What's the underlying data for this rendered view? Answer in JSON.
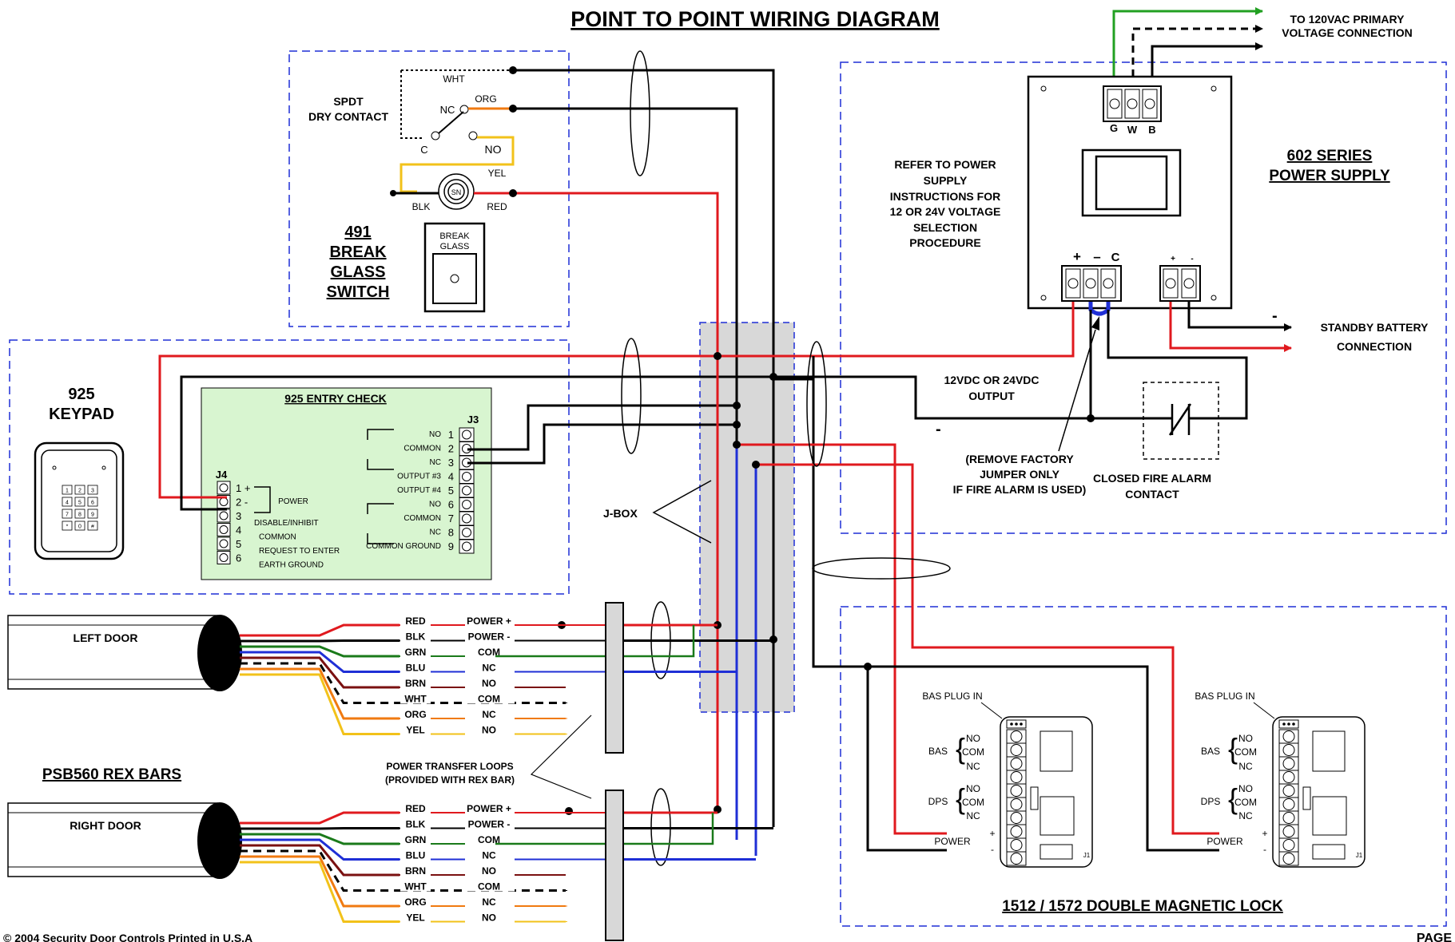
{
  "title": "POINT TO POINT WIRING DIAGRAM",
  "footer": {
    "copyright": "© 2004 Security Door Controls Printed in U.S.A",
    "page": "PAGE"
  },
  "power_top": {
    "label_1": "TO 120VAC PRIMARY",
    "label_2": "VOLTAGE CONNECTION"
  },
  "break_glass": {
    "spdt_1": "SPDT",
    "spdt_2": "DRY CONTACT",
    "wht": "WHT",
    "org": "ORG",
    "nc": "NC",
    "c": "C",
    "no": "NO",
    "yel": "YEL",
    "blk": "BLK",
    "red": "RED",
    "sn": "SN",
    "device_1": "BREAK",
    "device_2": "GLASS",
    "title_1": "491",
    "title_2": "BREAK",
    "title_3": "GLASS",
    "title_4": "SWITCH"
  },
  "power_supply": {
    "title_1": "602 SERIES",
    "title_2": "POWER SUPPLY",
    "g": "G",
    "w": "W",
    "b": "B",
    "plus": "+",
    "minus": "–",
    "c": "C",
    "bplus": "+",
    "bminus": "-",
    "refer_1": "REFER TO POWER",
    "refer_2": "SUPPLY",
    "refer_3": "INSTRUCTIONS  FOR",
    "refer_4": "12 OR 24V VOLTAGE",
    "refer_5": "SELECTION",
    "refer_6": "PROCEDURE",
    "output_1": "12VDC OR 24VDC",
    "output_2": "OUTPUT",
    "neg": "-",
    "batt_neg": "-",
    "jumper_1": "(REMOVE FACTORY",
    "jumper_2": "JUMPER ONLY",
    "jumper_3": "IF FIRE ALARM IS USED)",
    "fire_1": "CLOSED FIRE ALARM",
    "fire_2": "CONTACT",
    "battery_1": "STANDBY BATTERY",
    "battery_2": "CONNECTION"
  },
  "keypad": {
    "title_1": "925",
    "title_2": "KEYPAD",
    "keys": [
      "1",
      "2",
      "3",
      "4",
      "5",
      "6",
      "7",
      "8",
      "9",
      "*",
      "0",
      "#"
    ],
    "board_title": "925 ENTRY CHECK",
    "j4": "J4",
    "j3": "J3",
    "j4_pins": [
      "1 +",
      "2 -",
      "3",
      "4",
      "5",
      "6"
    ],
    "power": "POWER",
    "j4_labels": [
      "DISABLE/INHIBIT",
      "COMMON",
      "REQUEST TO ENTER",
      "EARTH GROUND"
    ],
    "j3_pins": [
      "1",
      "2",
      "3",
      "4",
      "5",
      "6",
      "7",
      "8",
      "9"
    ],
    "j3_labels": [
      "NO",
      "COMMON",
      "NC",
      "OUTPUT #3",
      "OUTPUT #4",
      "NO",
      "COMMON",
      "NC",
      "COMMON GROUND"
    ]
  },
  "jbox": "J-BOX",
  "rex": {
    "left_door": "LEFT DOOR",
    "right_door": "RIGHT DOOR",
    "title": "PSB560 REX BARS",
    "wires": [
      {
        "color": "RED",
        "func": "POWER +"
      },
      {
        "color": "BLK",
        "func": "POWER -"
      },
      {
        "color": "GRN",
        "func": "COM"
      },
      {
        "color": "BLU",
        "func": "NC"
      },
      {
        "color": "BRN",
        "func": "NO"
      },
      {
        "color": "WHT",
        "func": "COM"
      },
      {
        "color": "ORG",
        "func": "NC"
      },
      {
        "color": "YEL",
        "func": "NO"
      }
    ],
    "transfer_1": "POWER TRANSFER LOOPS",
    "transfer_2": "(PROVIDED WITH REX BAR)"
  },
  "maglock": {
    "title": "1512 / 1572 DOUBLE MAGNETIC LOCK",
    "bas_plug": "BAS PLUG IN",
    "bas": "BAS",
    "dps": "DPS",
    "no": "NO",
    "com": "COM",
    "nc": "NC",
    "power": "POWER",
    "plus": "+",
    "minus": "-",
    "j1": "J1"
  },
  "colors": {
    "red": "#e0191e",
    "black": "#000000",
    "green": "#1a7a1a",
    "blue": "#1f2fd6",
    "brown": "#7a1010",
    "orange": "#f07a10",
    "yellow": "#f2c21a",
    "dashed_box": "#1f2fd6",
    "board": "#d8f5d0",
    "jbox": "#d8d8d8",
    "bright_green": "#22a022"
  }
}
